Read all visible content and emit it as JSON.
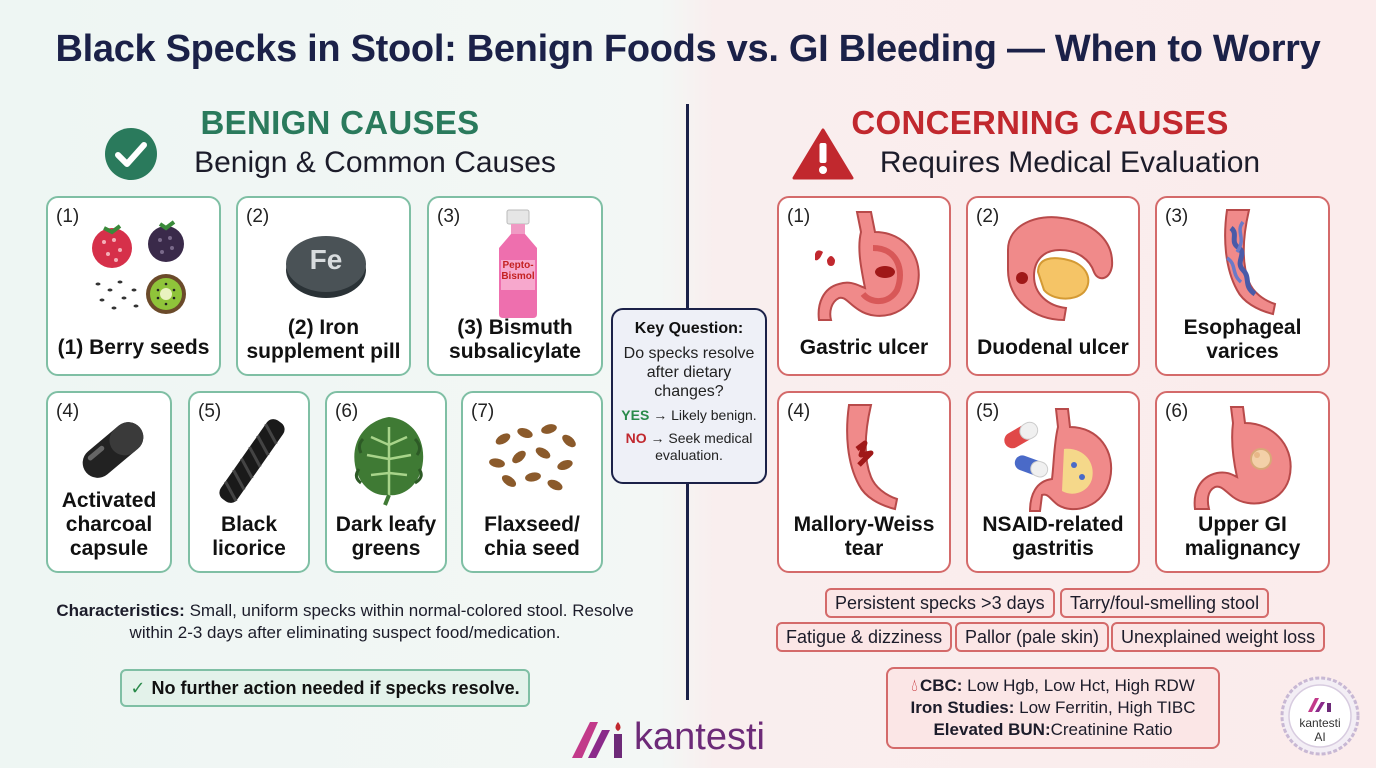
{
  "title": "Black Specks in Stool: Benign Foods vs. GI Bleeding — When to Worry",
  "benign": {
    "heading": "BENIGN CAUSES",
    "subheading": "Benign & Common Causes",
    "cards": [
      {
        "num": "(1)",
        "label": "(1) Berry seeds"
      },
      {
        "num": "(2)",
        "label": "(2) Iron supplement pill",
        "pill_text": "Fe"
      },
      {
        "num": "(3)",
        "label": "(3) Bismuth subsalicylate",
        "bottle_text": "Pepto-Bismol"
      },
      {
        "num": "(4)",
        "label": "Activated charcoal capsule"
      },
      {
        "num": "(5)",
        "label": "Black licorice"
      },
      {
        "num": "(6)",
        "label": "Dark leafy greens"
      },
      {
        "num": "(7)",
        "label": "Flaxseed/ chia seed"
      }
    ],
    "characteristics_label": "Characteristics:",
    "characteristics_text": "Small, uniform specks within normal-colored stool. Resolve within 2-3 days after eliminating suspect food/medication.",
    "no_action": "No further action needed if specks resolve."
  },
  "key_question": {
    "title": "Key Question:",
    "text": "Do specks resolve after dietary changes?",
    "yes": "YES",
    "yes_text": "→ Likely benign.",
    "no": "NO",
    "no_text": "→ Seek medical evaluation."
  },
  "concerning": {
    "heading": "CONCERNING CAUSES",
    "subheading": "Requires Medical Evaluation",
    "cards": [
      {
        "num": "(1)",
        "label": "Gastric ulcer"
      },
      {
        "num": "(2)",
        "label": "Duodenal ulcer"
      },
      {
        "num": "(3)",
        "label": "Esophageal varices"
      },
      {
        "num": "(4)",
        "label": "Mallory-Weiss tear"
      },
      {
        "num": "(5)",
        "label": "NSAID-related gastritis"
      },
      {
        "num": "(6)",
        "label": "Upper GI malignancy"
      }
    ],
    "symptoms": [
      "Persistent specks >3 days",
      "Tarry/foul-smelling stool",
      "Fatigue & dizziness",
      "Pallor (pale skin)",
      "Unexplained weight loss"
    ],
    "labs": {
      "cbc_label": "CBC:",
      "cbc_text": "Low Hgb, Low Hct, High RDW",
      "iron_label": "Iron Studies:",
      "iron_text": "Low Ferritin, High TIBC",
      "bun_label": "Elevated BUN:",
      "bun_text": "Creatinine Ratio"
    }
  },
  "brand": {
    "name": "kantesti",
    "badge_line1": "kantesti",
    "badge_line2": "AI"
  },
  "colors": {
    "benign_accent": "#2a7a5c",
    "concern_accent": "#c1282e",
    "navy": "#1b2148",
    "brand_purple": "#6d2a78"
  }
}
